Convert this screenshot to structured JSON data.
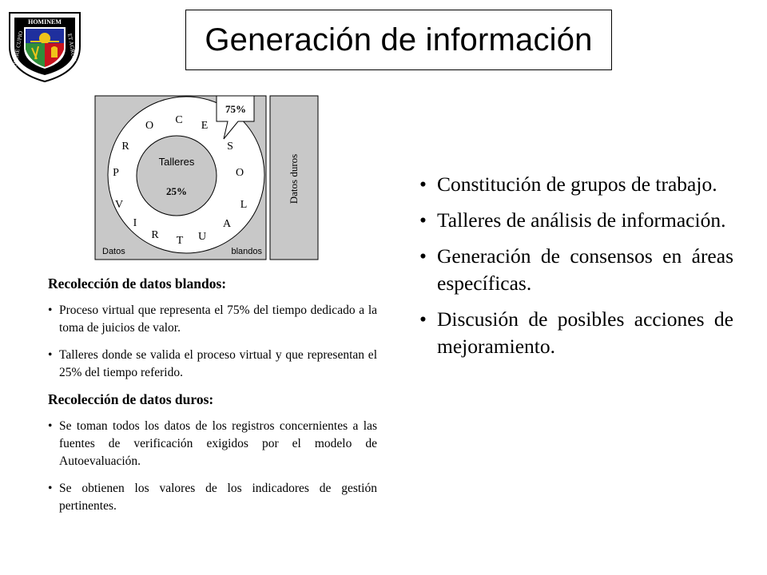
{
  "title": "Generación de información",
  "logo": {
    "text_top": "HOMINEM",
    "text_right": "ET AGRUM",
    "text_left": "COLERE CUPIO"
  },
  "diagram": {
    "callout": "75%",
    "inner_label": "Talleres",
    "inner_percent": "25%",
    "ring_letters": [
      "C",
      "E",
      "S",
      "O",
      "L",
      "A",
      "U",
      "T",
      "R",
      "I",
      "V",
      "P",
      "R",
      "O"
    ],
    "bottom_left_label": "Datos",
    "bottom_right_label": "blandos",
    "side_label": "Datos duros"
  },
  "soft_data": {
    "heading": "Recolección de datos blandos:",
    "items": [
      "Proceso virtual que representa el 75% del tiempo dedicado a la toma de juicios de valor.",
      "Talleres donde se valida el proceso virtual y que representan el 25% del tiempo referido."
    ]
  },
  "hard_data": {
    "heading": "Recolección de datos duros:",
    "items": [
      "Se toman todos los datos de los registros concernientes a las fuentes de verificación exigidos por el modelo de Autoevaluación.",
      "Se obtienen los valores de los indicadores de gestión pertinentes."
    ]
  },
  "main_points": [
    "Constitución de grupos de trabajo.",
    "Talleres de análisis de información.",
    "Generación de consensos en áreas específicas.",
    "Discusión de posibles acciones de mejoramiento."
  ],
  "colors": {
    "panel_gray": "#c8c8c8",
    "logo_blue": "#1f2f9e",
    "logo_red": "#c8141e",
    "logo_green": "#2f8f3a",
    "logo_gold": "#f0c419"
  }
}
